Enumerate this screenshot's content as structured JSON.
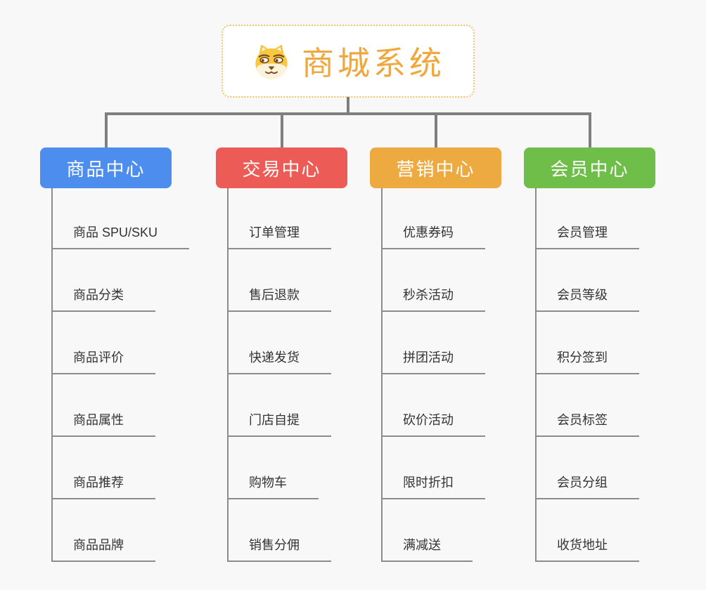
{
  "root": {
    "label": "商城系统",
    "icon": "dog-face-icon",
    "text_color": "#F0A73B",
    "border_color": "#F3C269"
  },
  "colors": {
    "background": "#F8F8F8",
    "connector": "#7F7F7F",
    "leaf_line": "#8C8C8C",
    "leaf_text": "#333333"
  },
  "branches": [
    {
      "label": "商品中心",
      "color": "#4D8DEE",
      "children": [
        "商品 SPU/SKU",
        "商品分类",
        "商品评价",
        "商品属性",
        "商品推荐",
        "商品品牌"
      ]
    },
    {
      "label": "交易中心",
      "color": "#EC5B56",
      "children": [
        "订单管理",
        "售后退款",
        "快递发货",
        "门店自提",
        "购物车",
        "销售分佣"
      ]
    },
    {
      "label": "营销中心",
      "color": "#EDAA40",
      "children": [
        "优惠券码",
        "秒杀活动",
        "拼团活动",
        "砍价活动",
        "限时折扣",
        "满减送"
      ]
    },
    {
      "label": "会员中心",
      "color": "#6FBE49",
      "children": [
        "会员管理",
        "会员等级",
        "积分签到",
        "会员标签",
        "会员分组",
        "收货地址"
      ]
    }
  ]
}
